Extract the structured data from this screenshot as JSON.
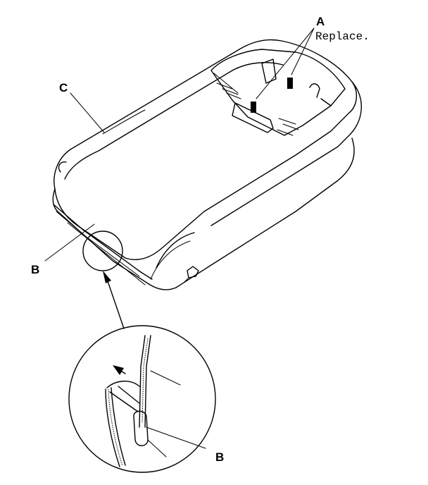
{
  "labels": {
    "a": "A",
    "a_note": "Replace.",
    "b_upper": "B",
    "b_lower": "B",
    "c": "C"
  }
}
